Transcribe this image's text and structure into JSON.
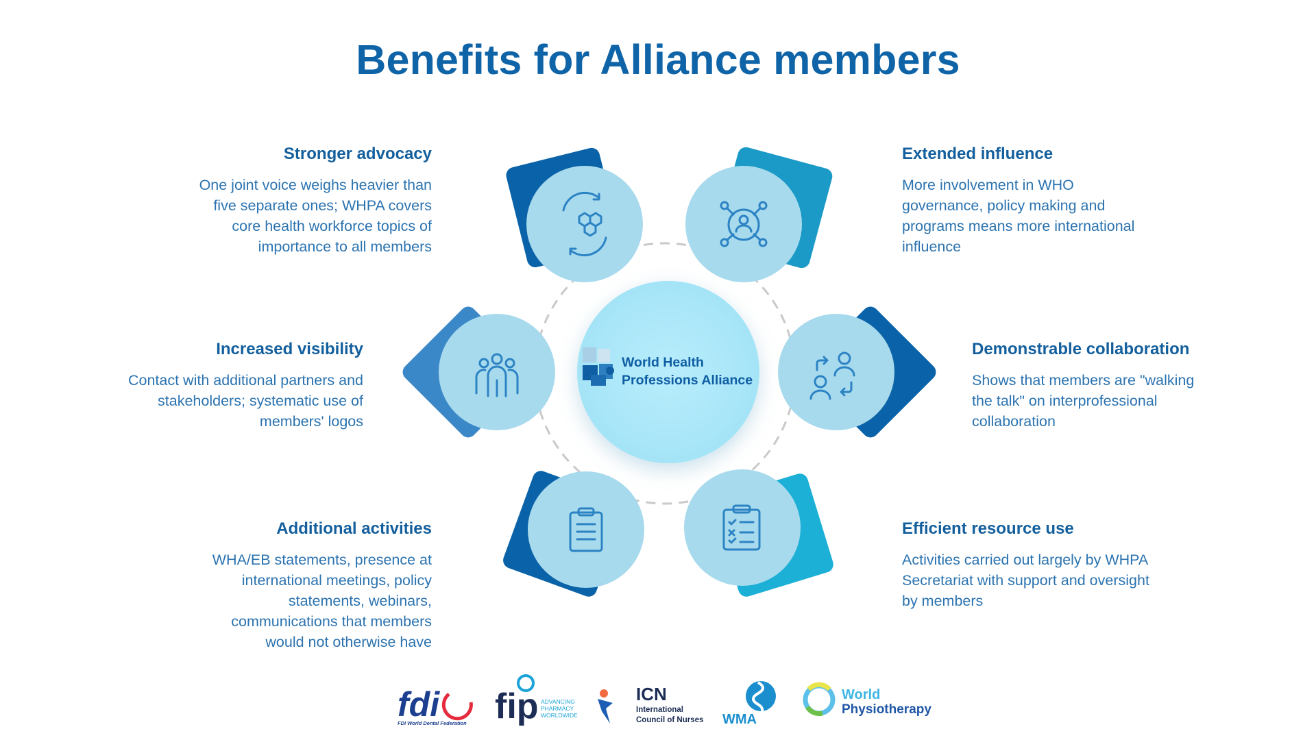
{
  "title": "Benefits for Alliance members",
  "center": {
    "line1": "World Health",
    "line2": "Professions Alliance"
  },
  "benefits": [
    {
      "heading": "Stronger advocacy",
      "lines": [
        "One joint voice weighs heavier than",
        "five separate ones; WHPA covers",
        "core health workforce topics of",
        "importance to all members"
      ],
      "icon": "hexagon-cycle-icon"
    },
    {
      "heading": "Extended influence",
      "lines": [
        "More involvement in WHO",
        "governance, policy making and",
        "programs means more international",
        "influence"
      ],
      "icon": "network-person-icon"
    },
    {
      "heading": "Increased visibility",
      "lines": [
        "Contact with additional partners and",
        "stakeholders; systematic use of",
        "members' logos"
      ],
      "icon": "group-people-icon"
    },
    {
      "heading": "Demonstrable collaboration",
      "lines": [
        "Shows that members are \"walking",
        "the talk\" on interprofessional",
        "collaboration"
      ],
      "icon": "exchange-people-icon"
    },
    {
      "heading": "Additional activities",
      "lines": [
        "WHA/EB statements, presence at",
        "international meetings, policy",
        "statements, webinars,",
        "communications that members",
        "would not otherwise have"
      ],
      "icon": "clipboard-icon"
    },
    {
      "heading": "Efficient resource use",
      "lines": [
        "Activities carried out largely by WHPA",
        "Secretariat with support and oversight",
        "by members"
      ],
      "icon": "checklist-clipboard-icon"
    }
  ],
  "logos": {
    "fdi": {
      "mark": "fdi",
      "caption": "FDI World Dental Federation"
    },
    "fip": {
      "mark": "fip",
      "tagline": [
        "ADVANCING",
        "PHARMACY",
        "WORLDWIDE"
      ]
    },
    "icn": {
      "mark": "ICN",
      "caption": [
        "International",
        "Council of Nurses"
      ]
    },
    "wma": {
      "mark": "WMA"
    },
    "wpt": {
      "line1": "World",
      "line2": "Physiotherapy"
    }
  },
  "colors": {
    "title": "#0f64a8",
    "dark_blue": "#0a63a8",
    "mid_blue": "#3b88c8",
    "teal": "#1b9ac7",
    "cyan": "#1cb0d6",
    "circle": "#a8daed",
    "center": "#b0e9fb",
    "icon": "#2c83c4"
  }
}
